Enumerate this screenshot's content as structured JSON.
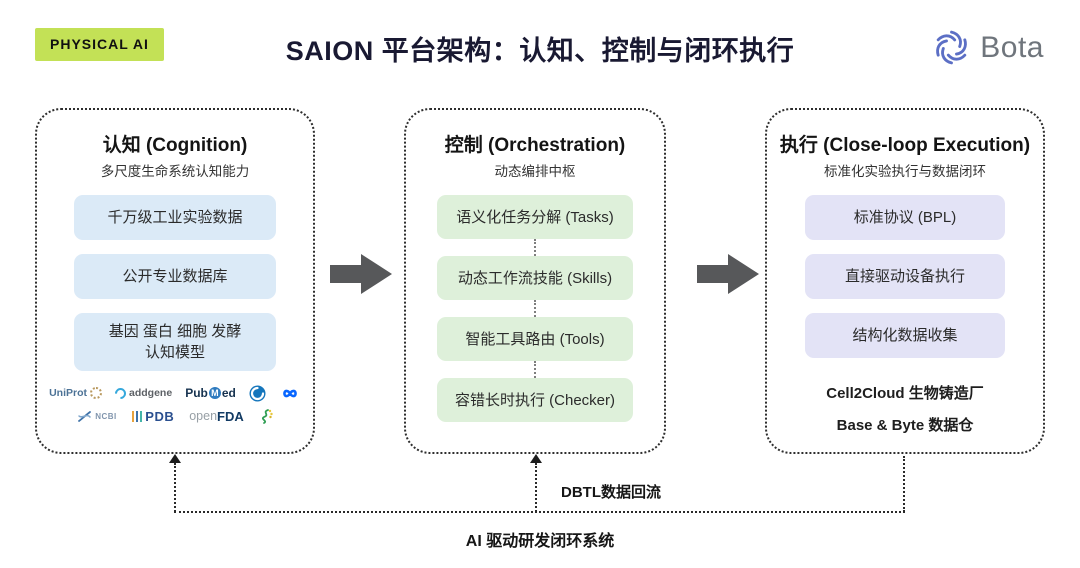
{
  "header": {
    "badge": "PHYSICAL AI",
    "title": "SAION 平台架构：认知、控制与闭环执行",
    "brand": "Bota"
  },
  "columns": [
    {
      "title": "认知 (Cognition)",
      "subtitle": "多尺度生命系统认知能力",
      "items": [
        "千万级工业实验数据",
        "公开专业数据库",
        "基因 蛋白 细胞 发酵\n认知模型"
      ]
    },
    {
      "title": "控制 (Orchestration)",
      "subtitle": "动态编排中枢",
      "items": [
        "语义化任务分解 (Tasks)",
        "动态工作流技能 (Skills)",
        "智能工具路由 (Tools)",
        "容错长时执行 (Checker)"
      ]
    },
    {
      "title": "执行 (Close-loop Execution)",
      "subtitle": "标准化实验执行与数据闭环",
      "items": [
        "标准协议 (BPL)",
        "直接驱动设备执行",
        "结构化数据收集"
      ],
      "notes": [
        "Cell2Cloud 生物铸造厂",
        "Base & Byte 数据仓"
      ]
    }
  ],
  "logos": {
    "uniprot": "UniProt",
    "addgene": "addgene",
    "pubmed_pub": "Pub",
    "pubmed_m": "M",
    "pubmed_ed": "ed",
    "ncbi": "NCBI",
    "pdb": "PDB",
    "openfda_open": "open",
    "openfda_fda": "FDA"
  },
  "footer": {
    "loop_label": "DBTL数据回流",
    "system_label": "AI 驱动研发闭环系统"
  },
  "colors": {
    "badge_bg": "#c3e156",
    "title_text": "#191932",
    "cognition_chip_bg": "#dbeaf7",
    "orchestration_chip_bg": "#def0da",
    "execution_chip_bg": "#e3e3f6",
    "flow_arrow": "#57585a",
    "bota_icon": "#5c6fc5",
    "meta_blue": "#0866ff"
  }
}
